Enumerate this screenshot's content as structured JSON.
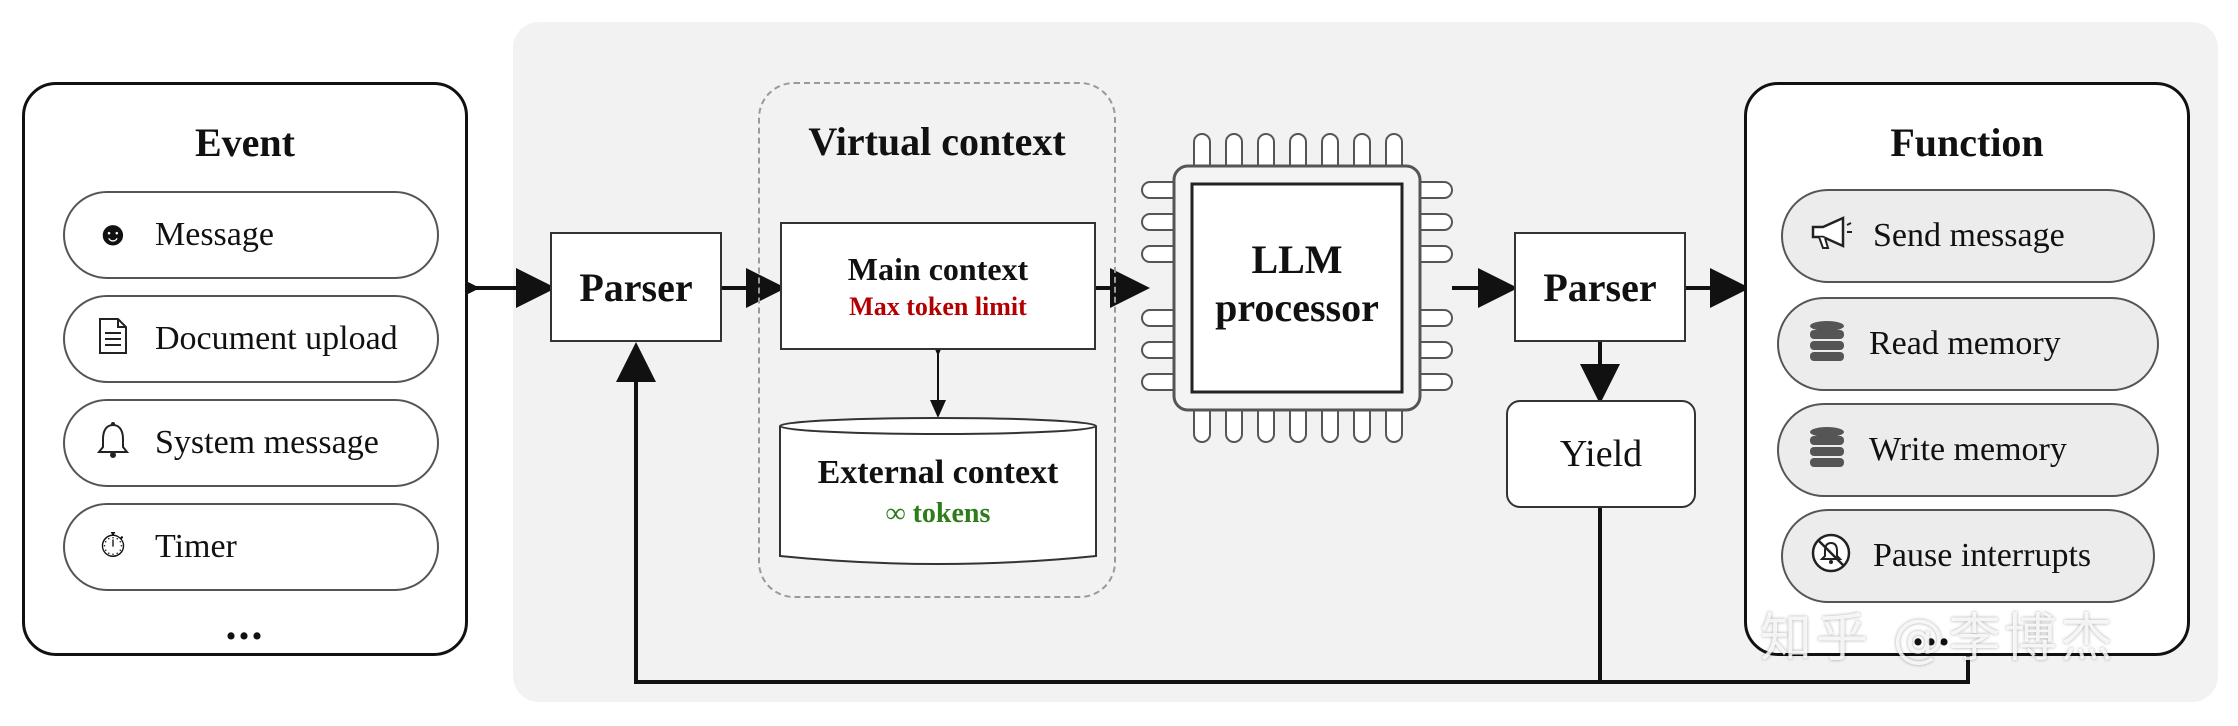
{
  "event": {
    "title": "Event",
    "items": [
      {
        "label": "Message",
        "icon": "face-icon"
      },
      {
        "label": "Document upload",
        "icon": "document-icon"
      },
      {
        "label": "System message",
        "icon": "bell-icon"
      },
      {
        "label": "Timer",
        "icon": "stopwatch-icon"
      }
    ],
    "more": "..."
  },
  "parser_in": {
    "label": "Parser"
  },
  "virtual_context": {
    "title": "Virtual context",
    "main": {
      "title": "Main context",
      "subtitle": "Max token limit"
    },
    "external": {
      "title": "External context",
      "subtitle": "∞ tokens"
    }
  },
  "llm": {
    "line1": "LLM",
    "line2": "processor"
  },
  "parser_out": {
    "label": "Parser"
  },
  "yield": {
    "label": "Yield"
  },
  "function": {
    "title": "Function",
    "items": [
      {
        "label": "Send message",
        "icon": "megaphone-icon"
      },
      {
        "label": "Read memory",
        "icon": "database-icon"
      },
      {
        "label": "Write memory",
        "icon": "database-icon"
      },
      {
        "label": "Pause interrupts",
        "icon": "bell-off-icon"
      }
    ],
    "more": "..."
  },
  "watermark": "知乎 @李博杰",
  "colors": {
    "panel": "#f2f2f2",
    "red": "#b30000",
    "green": "#2e7d1a"
  }
}
